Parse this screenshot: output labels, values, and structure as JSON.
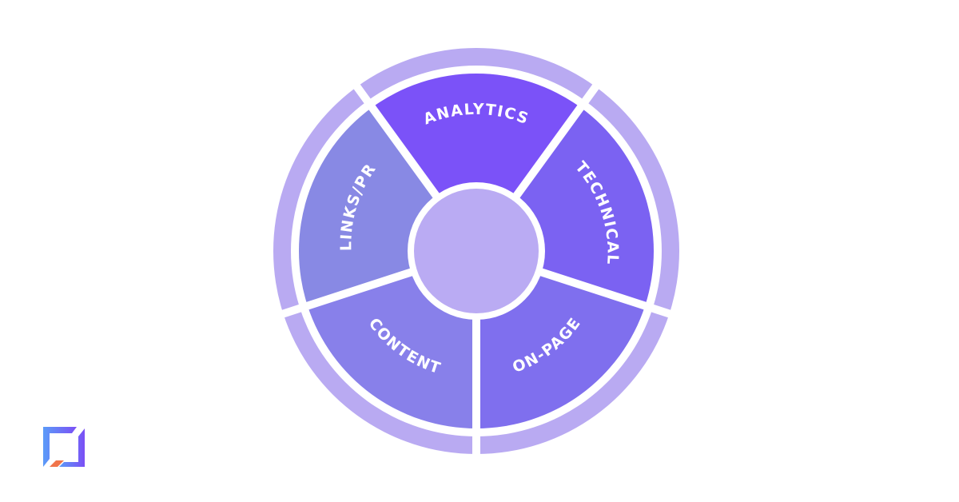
{
  "diagram": {
    "type": "cycle-wheel",
    "center": {
      "label": "",
      "color": "#BAABF3"
    },
    "outer_ring_color": "#B9AAF2",
    "segments": [
      {
        "label": "ANALYTICS",
        "color": "#7B52F8"
      },
      {
        "label": "TECHNICAL",
        "color": "#7B62F2"
      },
      {
        "label": "ON-PAGE",
        "color": "#7F6FEE"
      },
      {
        "label": "CONTENT",
        "color": "#8880EA"
      },
      {
        "label": "LINKS/PR",
        "color": "#8889E4"
      }
    ]
  },
  "logo": {
    "name": "brand-logo",
    "gradient_start": "#5B9BF8",
    "gradient_end": "#7B4FF5",
    "accent": "#F0744A"
  }
}
